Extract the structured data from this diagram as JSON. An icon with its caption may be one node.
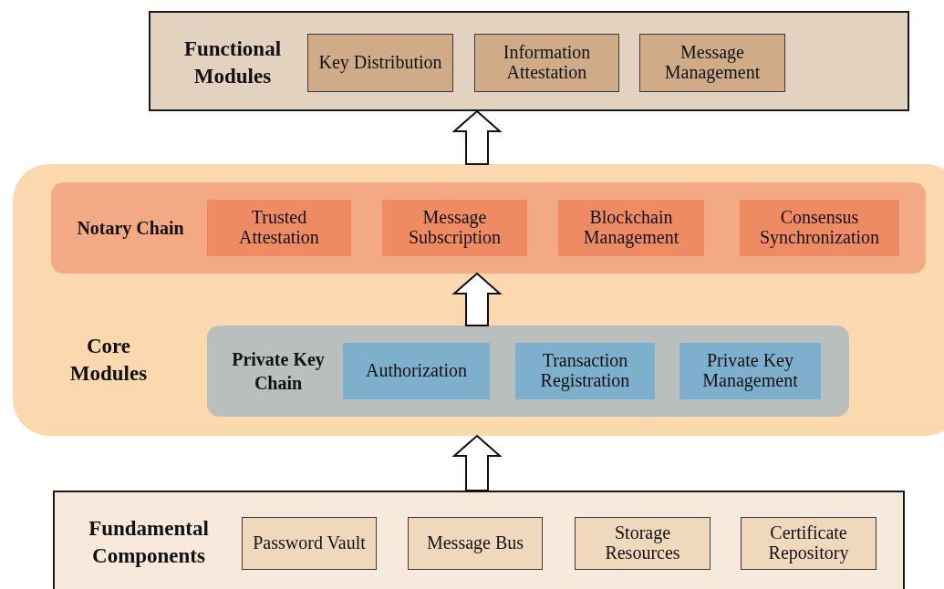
{
  "diagram": {
    "nodes": [
      {
        "text": [
          "Functional Modules"
        ]
      },
      {
        "text": [
          "Key Distribution"
        ],
        "in": 0
      },
      {
        "text": [
          "Information Attestation"
        ],
        "in": 0
      },
      {
        "text": [
          "Message Management"
        ],
        "in": 0
      },
      {
        "text": [
          "Core Modules"
        ]
      },
      {
        "text": [
          "Notary Chain"
        ],
        "in": 4
      },
      {
        "text": [
          "Trusted Attestation"
        ],
        "in": 5
      },
      {
        "text": [
          "Message Subscription"
        ],
        "in": 5
      },
      {
        "text": [
          "Blockchain Management"
        ],
        "in": 5
      },
      {
        "text": [
          "Consensus Synchronization"
        ],
        "in": 5
      },
      {
        "text": [
          "Private Key Chain"
        ],
        "in": 4
      },
      {
        "text": [
          "Authorization"
        ],
        "in": 10
      },
      {
        "text": [
          "Transaction Registration"
        ],
        "in": 10
      },
      {
        "text": [
          "Private Key Management"
        ],
        "in": 10
      },
      {
        "text": [
          "Fundamental Components"
        ]
      },
      {
        "text": [
          "Password Vault"
        ],
        "in": 14
      },
      {
        "text": [
          "Message Bus"
        ],
        "in": 14
      },
      {
        "text": [
          "Storage Resources"
        ],
        "in": 14
      },
      {
        "text": [
          "Certificate Repository"
        ],
        "in": 14
      }
    ],
    "edges": [
      {
        "from": 4,
        "to": 0,
        "arrow": "to"
      },
      {
        "from": 10,
        "to": 5,
        "arrow": "to"
      },
      {
        "from": 14,
        "to": 4,
        "arrow": "to"
      }
    ]
  }
}
